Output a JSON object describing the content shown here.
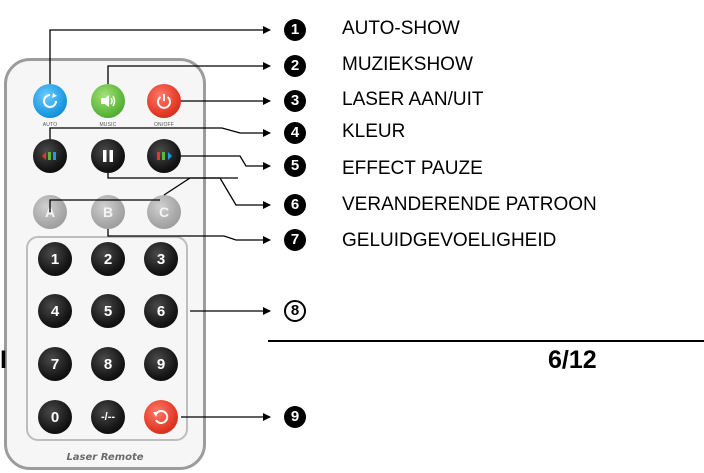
{
  "remote": {
    "brand": "Laser Remote",
    "row1": [
      {
        "name": "auto-button",
        "sublabel": "AUTO",
        "icon": "auto-rotate-icon",
        "color": "#1d9be4"
      },
      {
        "name": "music-button",
        "sublabel": "MUSIC",
        "icon": "speaker-icon",
        "color": "#5cb83a"
      },
      {
        "name": "power-button",
        "sublabel": "ON/OFF",
        "icon": "power-icon",
        "color": "#e33a28"
      }
    ],
    "row2": [
      {
        "name": "color-prev-button",
        "icon": "color-left-icon"
      },
      {
        "name": "pause-button",
        "icon": "pause-icon"
      },
      {
        "name": "color-next-button",
        "icon": "color-right-icon"
      }
    ],
    "row3": [
      "A",
      "B",
      "C"
    ],
    "numpad": [
      "1",
      "2",
      "3",
      "4",
      "5",
      "6",
      "7",
      "8",
      "9",
      "0",
      "-/--"
    ],
    "reset_icon": "undo-icon"
  },
  "features": [
    {
      "num": "1",
      "label": "AUTO-SHOW"
    },
    {
      "num": "2",
      "label": "MUZIEKSHOW"
    },
    {
      "num": "3",
      "label": "LASER AAN/UIT"
    },
    {
      "num": "4",
      "label": "KLEUR"
    },
    {
      "num": "5",
      "label": "EFFECT PAUZE"
    },
    {
      "num": "6",
      "label": "VERANDERENDE PATROON"
    },
    {
      "num": "7",
      "label": "GELUIDGEVOELIGHEID"
    },
    {
      "num": "8",
      "label": ""
    },
    {
      "num": "9",
      "label": ""
    }
  ],
  "page": {
    "number": "6/12",
    "edge_mark": "I"
  },
  "colors": {
    "auto": "#1d9be4",
    "music": "#5cb83a",
    "power": "#e33a28",
    "key": "#161616",
    "letter_key": "#a9a9a9"
  }
}
